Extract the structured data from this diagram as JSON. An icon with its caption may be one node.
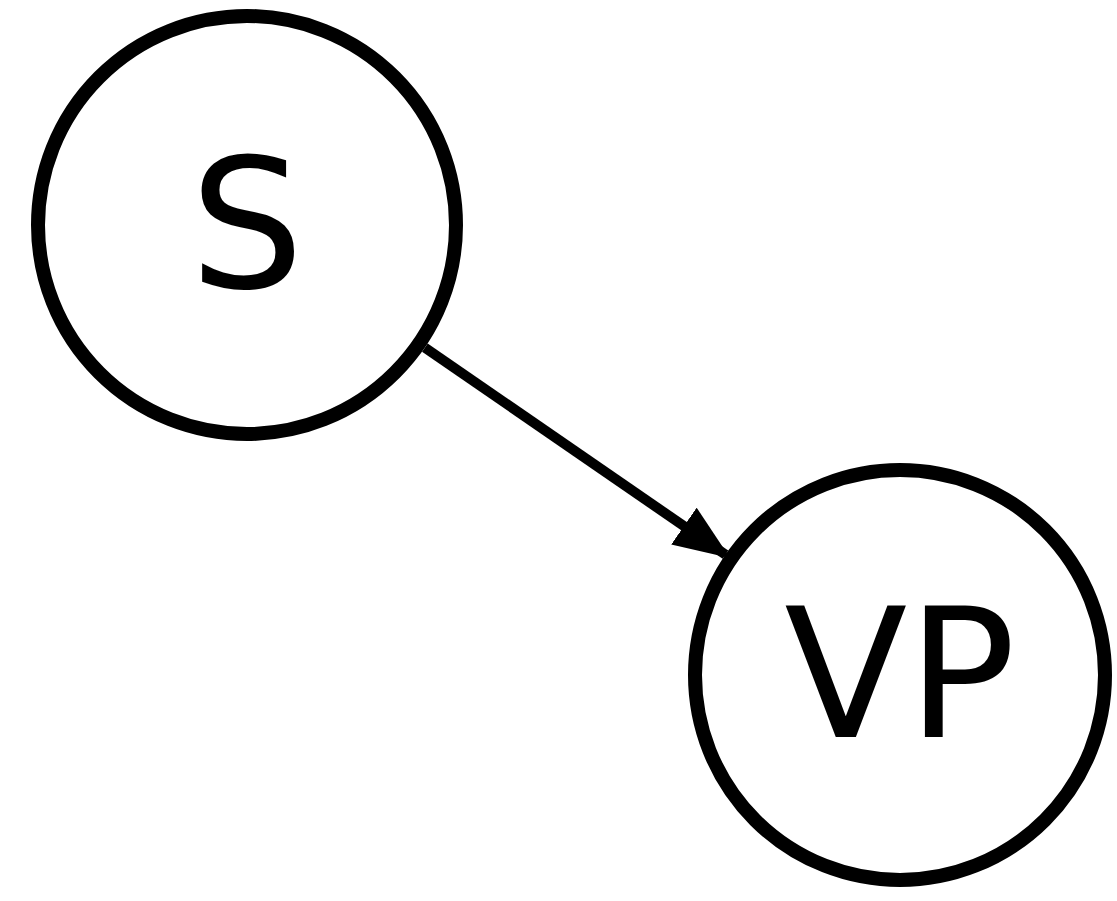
{
  "diagram": {
    "nodes": [
      {
        "text": [
          "S"
        ]
      },
      {
        "text": [
          "VP"
        ]
      }
    ],
    "edges": [
      {
        "from": 0,
        "to": 1,
        "arrow": "to"
      }
    ]
  }
}
